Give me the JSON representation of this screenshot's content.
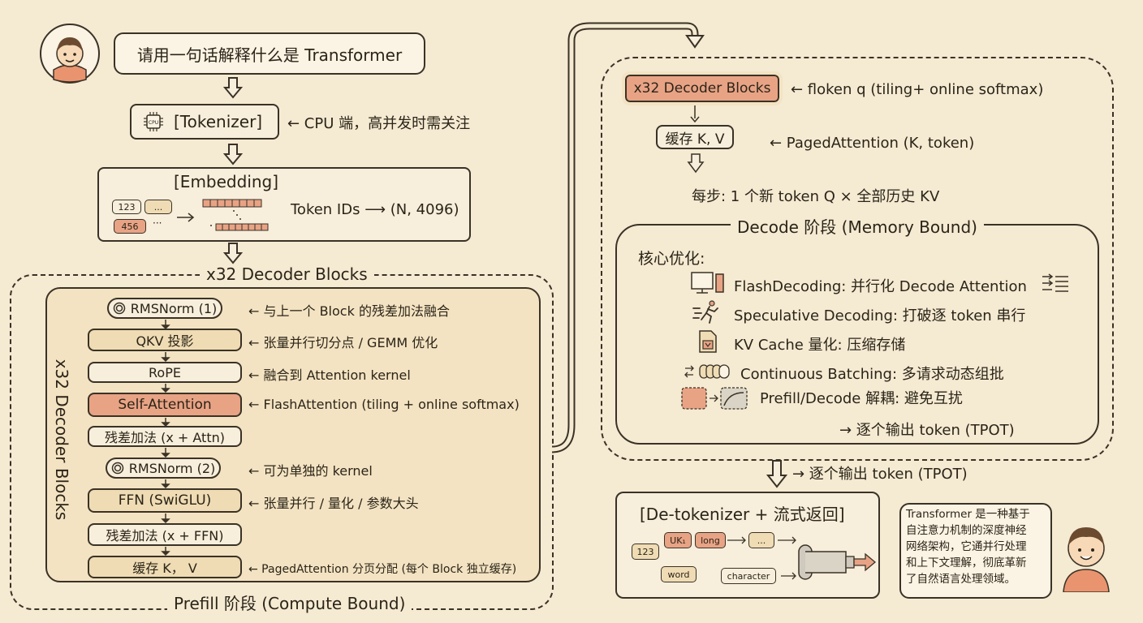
{
  "prompt": "请用一句话解释什么是 Transformer",
  "tokenizer": {
    "label": "[Tokenizer]",
    "chip": "CPU",
    "note": "← CPU 端，高并发时需关注"
  },
  "embedding": {
    "title": "[Embedding]",
    "chips": [
      "123",
      "...",
      "456"
    ],
    "ellipsis": "···",
    "note": "Token IDs ⟶ (N, 4096)"
  },
  "prefill": {
    "header": "x32 Decoder Blocks",
    "side_label": "x32 Decoder Blocks",
    "footer": "Prefill 阶段 (Compute Bound)",
    "layers": [
      {
        "label": "RMSNorm (1)",
        "note": "← 与上一个 Block 的残差加法融合"
      },
      {
        "label": "QKV 投影",
        "note": "← 张量并行切分点 / GEMM 优化"
      },
      {
        "label": "RoPE",
        "note": "← 融合到 Attention kernel"
      },
      {
        "label": "Self-Attention",
        "note": "← FlashAttention (tiling + online softmax)"
      },
      {
        "label": "残差加法 (x + Attn)",
        "note": ""
      },
      {
        "label": "RMSNorm (2)",
        "note": "← 可为单独的 kernel"
      },
      {
        "label": "FFN (SwiGLU)",
        "note": "← 张量并行 / 量化 / 参数大头"
      },
      {
        "label": "残差加法 (x + FFN)",
        "note": ""
      },
      {
        "label": "缓存 K， V",
        "note": "← PagedAttention 分页分配 (每个 Block 独立缓存)"
      }
    ]
  },
  "decode": {
    "blocks_label": "x32 Decoder Blocks",
    "blocks_note": "← floken q (tiling+ online softmax)",
    "cache_label": "缓存 K, V",
    "cache_note": "← PagedAttention (K, token)",
    "step_text": "每步: 1 个新 token Q × 全部历史 KV",
    "stage_title": "Decode 阶段 (Memory Bound)",
    "opt_title": "核心优化:",
    "optimizations": [
      "FlashDecoding: 并行化 Decode Attention",
      "Speculative Decoding: 打破逐 token 串行",
      "KV Cache 量化: 压缩存储",
      "Continuous Batching: 多请求动态组批",
      "Prefill/Decode 解耦: 避免互扰"
    ],
    "output_inner": "→ 逐个输出 token (TPOT)",
    "output_outer": "→ 逐个输出 token (TPOT)"
  },
  "detokenizer": {
    "title": "[De-tokenizer + 流式返回]",
    "chips": [
      "123",
      "UK₁",
      "long",
      "...",
      "word",
      "character"
    ]
  },
  "answer": "Transformer 是一种基于自注意力机制的深度神经网络架构，它通并行处理和上下文理解，彻底革新了自然语言处理领域。",
  "answer_lines": [
    "Transformer 是一种基于",
    "自注意力机制的深度神经",
    "网络架构，它通并行处理",
    "和上下文理解，彻底革新",
    "了自然语言处理领域。"
  ],
  "colors": {
    "background": "#f5ead2",
    "accent": "#e8a385",
    "tan": "#efdcb4",
    "ink": "#3a3226"
  }
}
